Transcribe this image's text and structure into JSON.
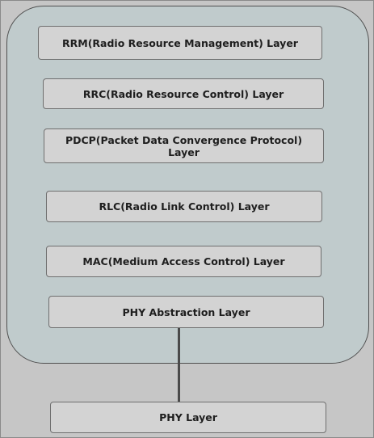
{
  "layers": {
    "rrm": "RRM(Radio Resource Management) Layer",
    "rrc": "RRC(Radio Resource Control) Layer",
    "pdcp_line1": "PDCP(Packet Data Convergence Protocol)",
    "pdcp_line2": "Layer",
    "rlc": "RLC(Radio Link Control) Layer",
    "mac": "MAC(Medium Access Control) Layer",
    "phy_abstraction": "PHY Abstraction Layer",
    "phy": "PHY Layer"
  }
}
